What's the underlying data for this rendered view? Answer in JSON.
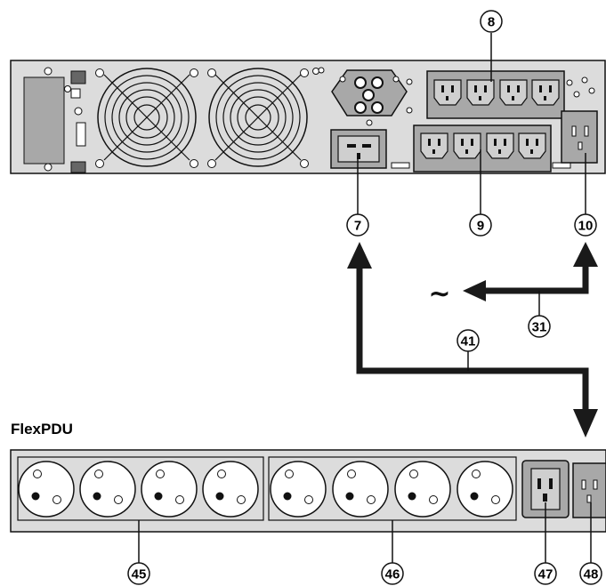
{
  "pdu_label": "FlexPDU",
  "callouts": {
    "c8": "8",
    "c7": "7",
    "c9": "9",
    "c10": "10",
    "c31": "31",
    "c41": "41",
    "c45": "45",
    "c46": "46",
    "c47": "47",
    "c48": "48"
  },
  "ac_symbol": "∼",
  "colors": {
    "panel_fill": "#dcdcdc",
    "outlet_fill": "#a8a8a8",
    "line": "#111111",
    "cable": "#1a1a1a"
  }
}
